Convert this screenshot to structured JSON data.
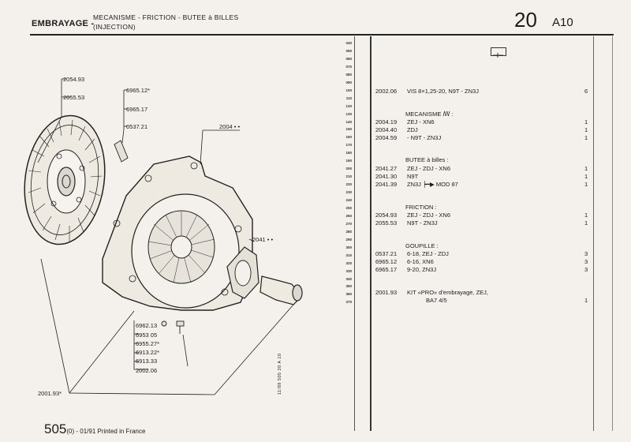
{
  "header": {
    "title": "EMBRAYAGE -",
    "subtitle_line1": "MECANISME - FRICTION - BUTEE à BILLES",
    "subtitle_line2": "(INJECTION)",
    "group_number": "20",
    "group_code": "A10"
  },
  "diagram_labels": {
    "l1": "2054.93",
    "l2": "2055.53",
    "l3": "6965.12*",
    "l4": "6965.17",
    "l5": "0537.21",
    "l6": "2004 • •",
    "l7": "2041 • •",
    "l8": "6962.13",
    "l9": "6953 05",
    "l10": "6955.27*",
    "l11": "6913.22*",
    "l12": "6913.33",
    "l13": "2002.06",
    "l14": "2001.93*"
  },
  "vertical_ref": "11/89   505   20 A 10",
  "line_numbers": [
    "040",
    "050",
    "060",
    "070",
    "080",
    "090",
    "100",
    "110",
    "120",
    "130",
    "140",
    "150",
    "160",
    "170",
    "180",
    "190",
    "200",
    "210",
    "220",
    "230",
    "240",
    "250",
    "260",
    "270",
    "280",
    "290",
    "300",
    "310",
    "320",
    "330",
    "340",
    "350",
    "360",
    "370"
  ],
  "parts": {
    "r1": {
      "ref": "2002.06",
      "desc": "VIS 8×1,25-20, N9T - ZN3J",
      "qty": "6"
    },
    "sec_meca": "MECANISME  ꟿ :",
    "r2": {
      "ref": "2004.19",
      "desc": "ZEJ - XN6",
      "qty": "1"
    },
    "r3": {
      "ref": "2004.40",
      "desc": "ZDJ",
      "qty": "1"
    },
    "r4": {
      "ref": "2004.59",
      "desc": "- N9T - ZN3J",
      "qty": "1"
    },
    "sec_butee": "BUTEE à billes :",
    "r5": {
      "ref": "2041.27",
      "desc": "ZEJ - ZDJ - XN6",
      "qty": "1"
    },
    "r6": {
      "ref": "2041.30",
      "desc": "N9T",
      "qty": "1"
    },
    "r7": {
      "ref": "2041.39",
      "desc": "ZN3J ┝━▶ MOD 87",
      "qty": "1"
    },
    "sec_friction": "FRICTION :",
    "r8": {
      "ref": "2054.93",
      "desc": "ZEJ - ZDJ - XN6",
      "qty": "1"
    },
    "r9": {
      "ref": "2055.53",
      "desc": "N9T - ZN3J",
      "qty": "1"
    },
    "sec_goupille": "GOUPILLE :",
    "r10": {
      "ref": "0537.21",
      "desc": "6-18, ZEJ - ZDJ",
      "qty": "3"
    },
    "r11": {
      "ref": "6965.12",
      "desc": "6-16, XN6",
      "qty": "3"
    },
    "r12": {
      "ref": "6965.17",
      "desc": "9-20, ZN3J",
      "qty": "3"
    },
    "r13": {
      "ref": "2001.93",
      "desc": "KIT «PRO» d'embrayage, ZEJ,",
      "qty": ""
    },
    "r13b": {
      "ref": "",
      "desc": "BA7 4/5",
      "qty": "1"
    }
  },
  "footer": {
    "page": "505",
    "suffix": "(0)",
    "text": " - 01/91 Printed in France"
  }
}
